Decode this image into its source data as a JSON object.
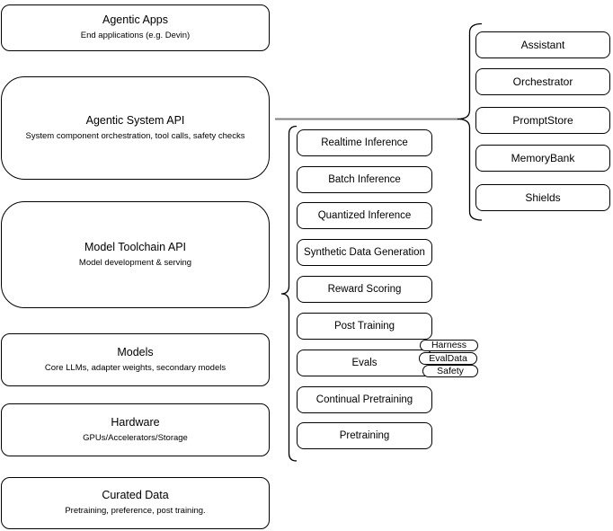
{
  "diagram": {
    "left_column": [
      {
        "title": "Agentic Apps",
        "subtitle": "End applications (e.g. Devin)"
      },
      {
        "title": "Agentic System API",
        "subtitle": "System component orchestration, tool calls, safety checks"
      },
      {
        "title": "Model Toolchain API",
        "subtitle": "Model development & serving"
      },
      {
        "title": "Models",
        "subtitle": "Core LLMs, adapter weights, secondary models"
      },
      {
        "title": "Hardware",
        "subtitle": "GPUs/Accelerators/Storage"
      },
      {
        "title": "Curated Data",
        "subtitle": "Pretraining, preference, post training."
      }
    ],
    "middle_column": [
      "Realtime Inference",
      "Batch Inference",
      "Quantized Inference",
      "Synthetic Data Generation",
      "Reward Scoring",
      "Post Training",
      "Evals",
      "Continual Pretraining",
      "Pretraining"
    ],
    "eval_pills": [
      "Harness",
      "EvalData",
      "Safety"
    ],
    "right_column": [
      "Assistant",
      "Orchestrator",
      "PromptStore",
      "MemoryBank",
      "Shields"
    ],
    "colors": {
      "box_border": "#000000",
      "background": "#ffffff",
      "connector_line": "#808080",
      "brace": "#000000"
    }
  }
}
